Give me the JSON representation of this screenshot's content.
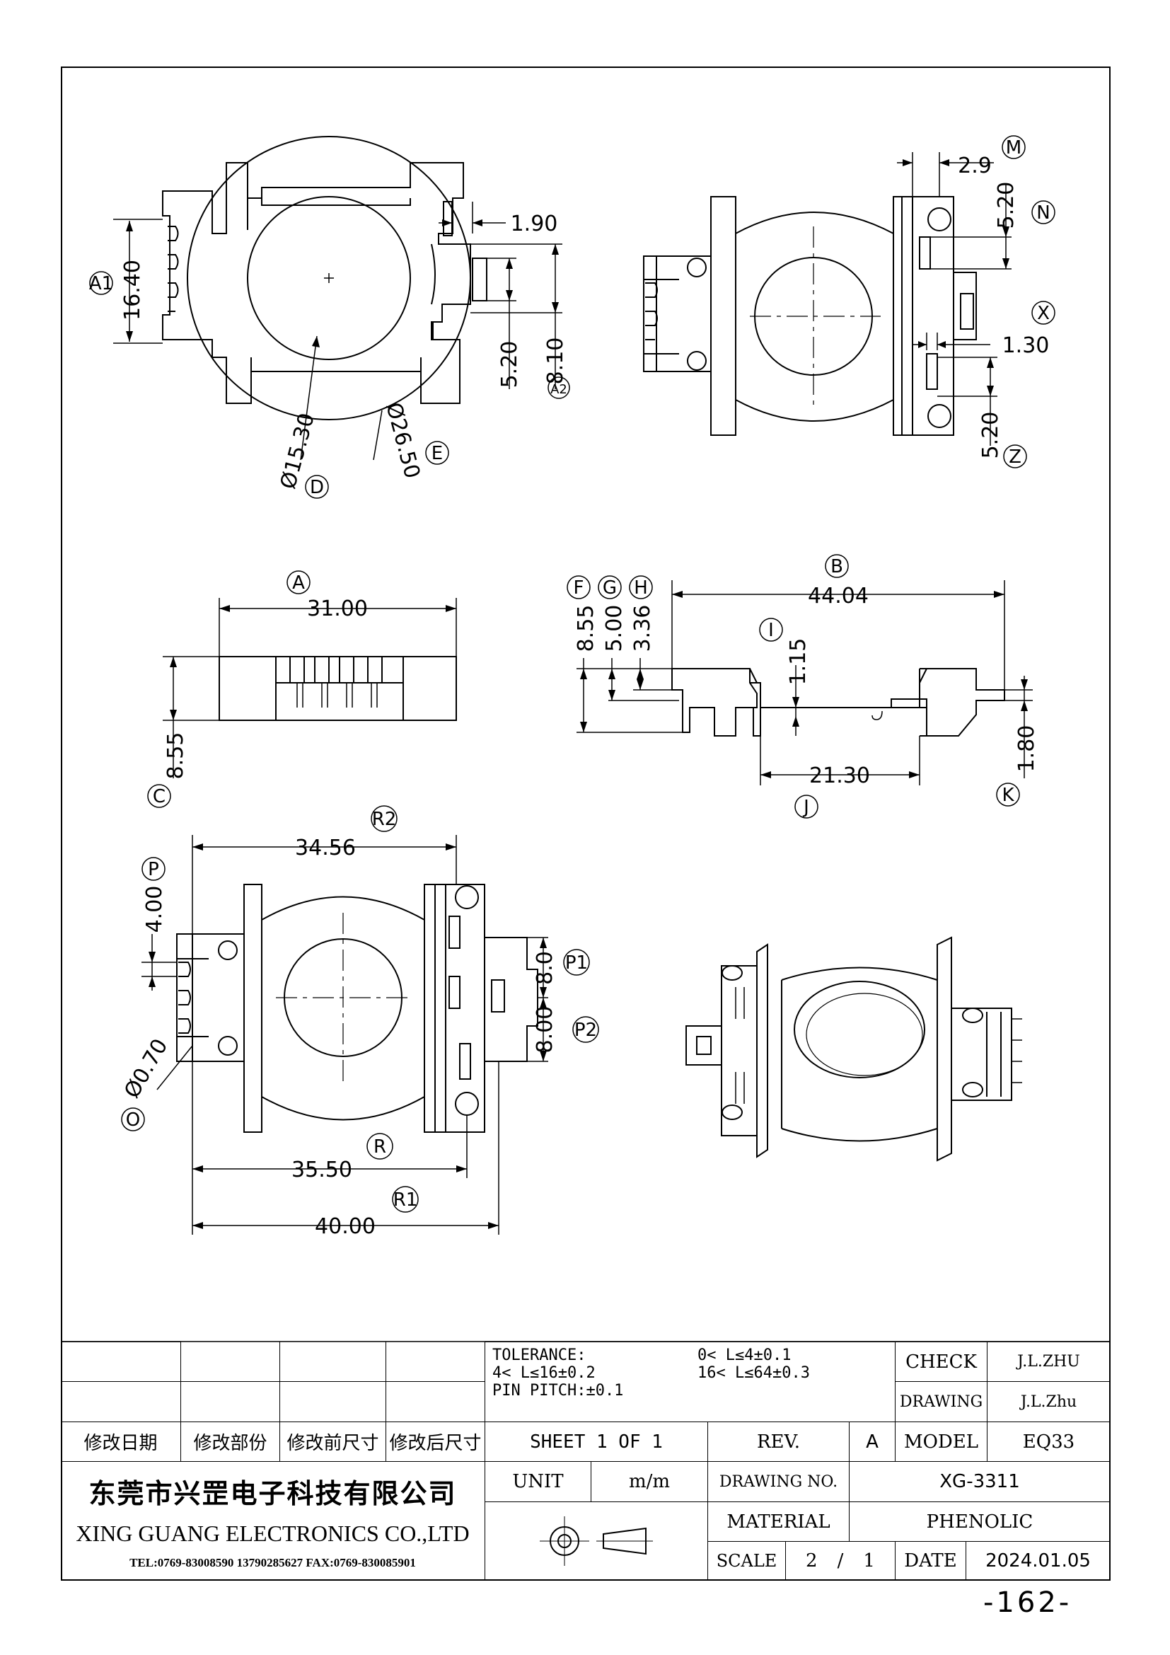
{
  "page_number": "-162-",
  "views": {
    "top_left": {
      "dims": {
        "a1_value": "16.40",
        "pin_offset": "1.90",
        "pitch_a": "5.20",
        "pitch_a2": "8.10",
        "inner_dia": "Ø15.30",
        "outer_dia": "Ø26.50"
      },
      "bubbles": {
        "a1": "A1",
        "a2": "A2",
        "d": "D",
        "e": "E"
      }
    },
    "top_right": {
      "dims": {
        "m_value": "2.9",
        "n_value": "5.20",
        "x_value": "1.30",
        "z_value": "5.20"
      },
      "bubbles": {
        "m": "M",
        "n": "N",
        "x": "X",
        "z": "Z"
      }
    },
    "front": {
      "dims": {
        "width": "31.00",
        "height": "8.55"
      },
      "bubbles": {
        "a": "A",
        "c": "C"
      }
    },
    "side": {
      "dims": {
        "b_value": "44.04",
        "f_value": "8.55",
        "g_value": "5.00",
        "h_value": "3.36",
        "i_value": "1.15",
        "j_value": "21.30",
        "k_value": "1.80"
      },
      "bubbles": {
        "b": "B",
        "f": "F",
        "g": "G",
        "h": "H",
        "i": "I",
        "j": "J",
        "k": "K"
      }
    },
    "bottom": {
      "dims": {
        "r2_value": "34.56",
        "p_value": "4.00",
        "p1_value": "8.0",
        "p2_value": "8.00",
        "o_value": "Ø0.70",
        "r_value": "35.50",
        "r1_value": "40.00"
      },
      "bubbles": {
        "r2": "R2",
        "p": "P",
        "p1": "P1",
        "p2": "P2",
        "o": "O",
        "r": "R",
        "r1": "R1"
      }
    }
  },
  "title_block": {
    "revision_headers": [
      "修改日期",
      "修改部份",
      "修改前尺寸",
      "修改后尺寸"
    ],
    "tolerance": {
      "label": "TOLERANCE:",
      "rule1": "0< L≤4±0.1",
      "rule2": "4< L≤16±0.2",
      "rule3": "16< L≤64±0.3",
      "pin_pitch": "PIN PITCH:±0.1"
    },
    "check_label": "CHECK",
    "check_value": "J.L.ZHU",
    "drawing_label": "DRAWING",
    "drawing_value": "J.L.Zhu",
    "sheet": "SHEET 1 OF 1",
    "rev_label": "REV.",
    "rev_value": "A",
    "model_label": "MODEL",
    "model_value": "EQ33",
    "company_cn": "东莞市兴罡电子科技有限公司",
    "company_en": "XING GUANG  ELECTRONICS CO.,LTD",
    "company_tel": "TEL:0769-83008590 13790285627 FAX:0769-830085901",
    "unit_label": "UNIT",
    "unit_value": "m/m",
    "drawing_no_label": "DRAWING  NO.",
    "drawing_no_value": "XG-3311",
    "material_label": "MATERIAL",
    "material_value": "PHENOLIC",
    "scale_label": "SCALE",
    "scale_num": "2",
    "scale_sep": "/",
    "scale_den": "1",
    "date_label": "DATE",
    "date_value": "2024.01.05"
  }
}
